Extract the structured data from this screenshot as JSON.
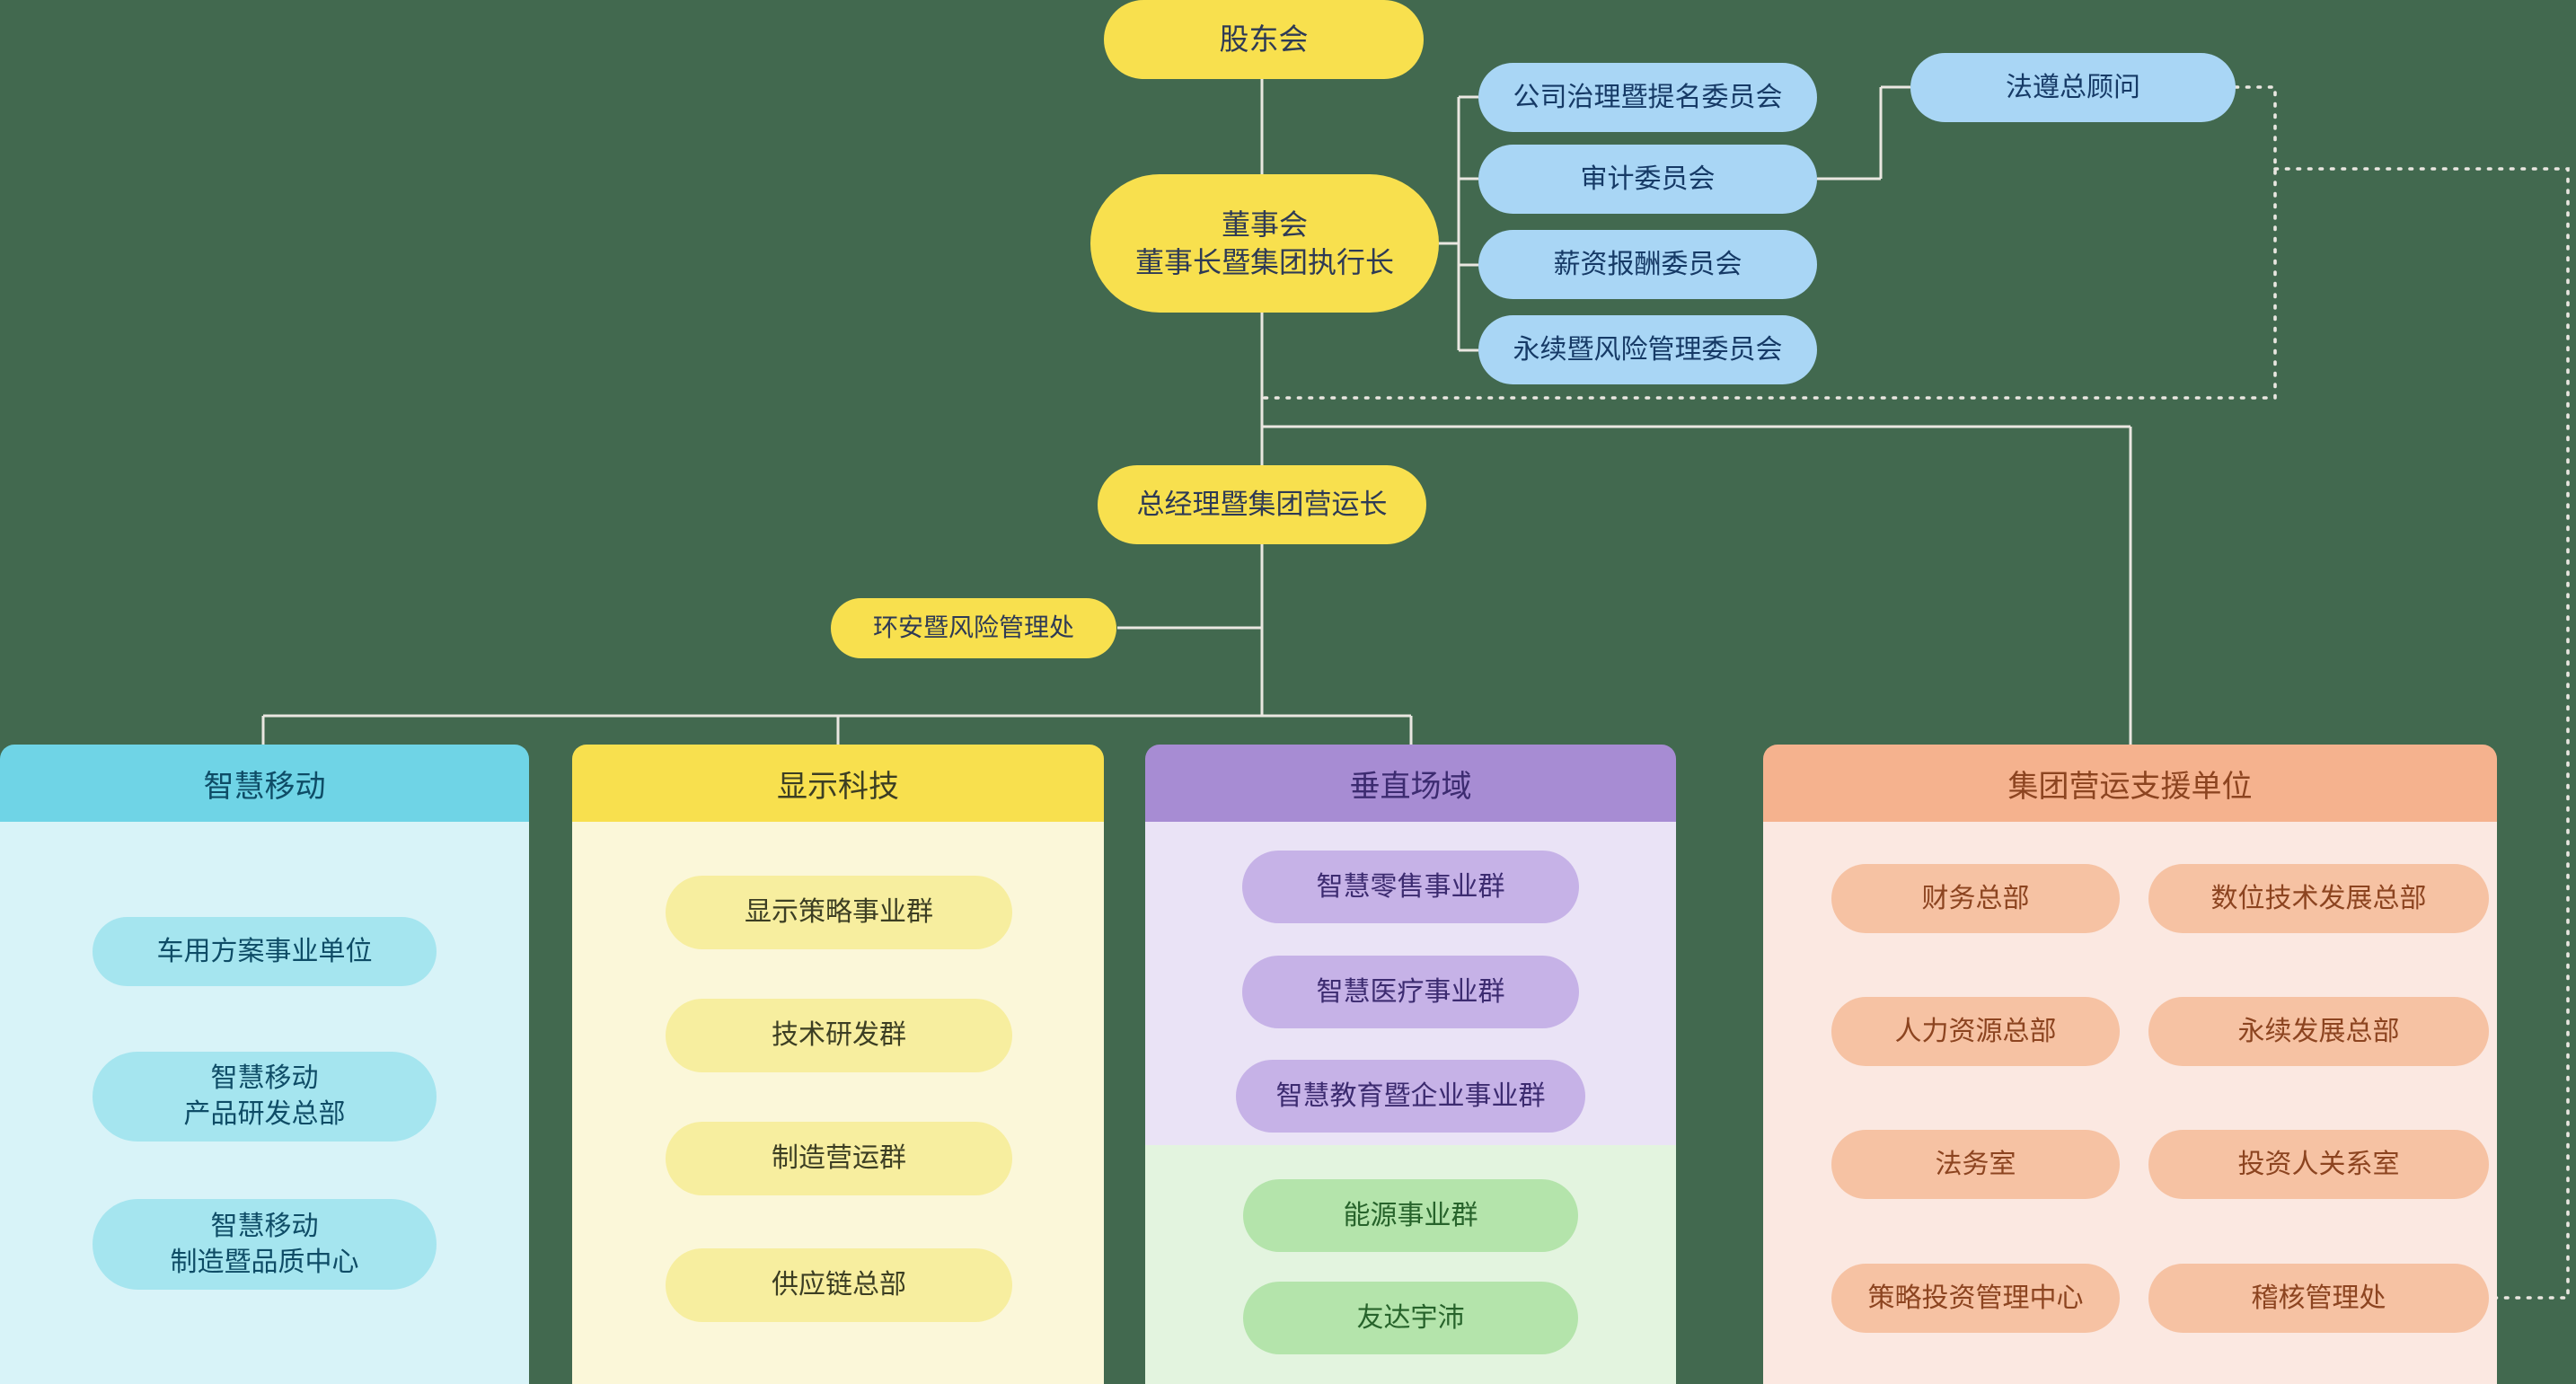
{
  "colors": {
    "background": "#42694F",
    "connector": "#EAE7E1",
    "yellow_node": "#F8E04E",
    "blue_node": "#A9D6F5",
    "cyan_section": "#6FD4E6",
    "yellow_section": "#F8E04E",
    "purple_section": "#A78CD3",
    "green_section": "#B4E4AB",
    "orange_section": "#F5B28E"
  },
  "top": {
    "shareholders": "股东会",
    "board": "董事会\n董事长暨集团执行长",
    "committees": [
      "公司治理暨提名委员会",
      "审计委员会",
      "薪资报酬委员会",
      "永续暨风险管理委员会"
    ],
    "compliance": "法遵总顾问",
    "coo": "总经理暨集团营运长",
    "ehs": "环安暨风险管理处"
  },
  "columns": [
    {
      "title": "智慧移动",
      "items": [
        "车用方案事业单位",
        "智慧移动\n产品研发总部",
        "智慧移动\n制造暨品质中心"
      ]
    },
    {
      "title": "显示科技",
      "items": [
        "显示策略事业群",
        "技术研发群",
        "制造营运群",
        "供应链总部"
      ]
    },
    {
      "title": "垂直场域",
      "items": [
        "智慧零售事业群",
        "智慧医疗事业群",
        "智慧教育暨企业事业群"
      ],
      "sub_items": [
        "能源事业群",
        "友达宇沛"
      ]
    },
    {
      "title": "集团营运支援单位",
      "items": [
        "财务总部",
        "数位技术发展总部",
        "人力资源总部",
        "永续发展总部",
        "法务室",
        "投资人关系室",
        "策略投资管理中心",
        "稽核管理处"
      ]
    }
  ]
}
